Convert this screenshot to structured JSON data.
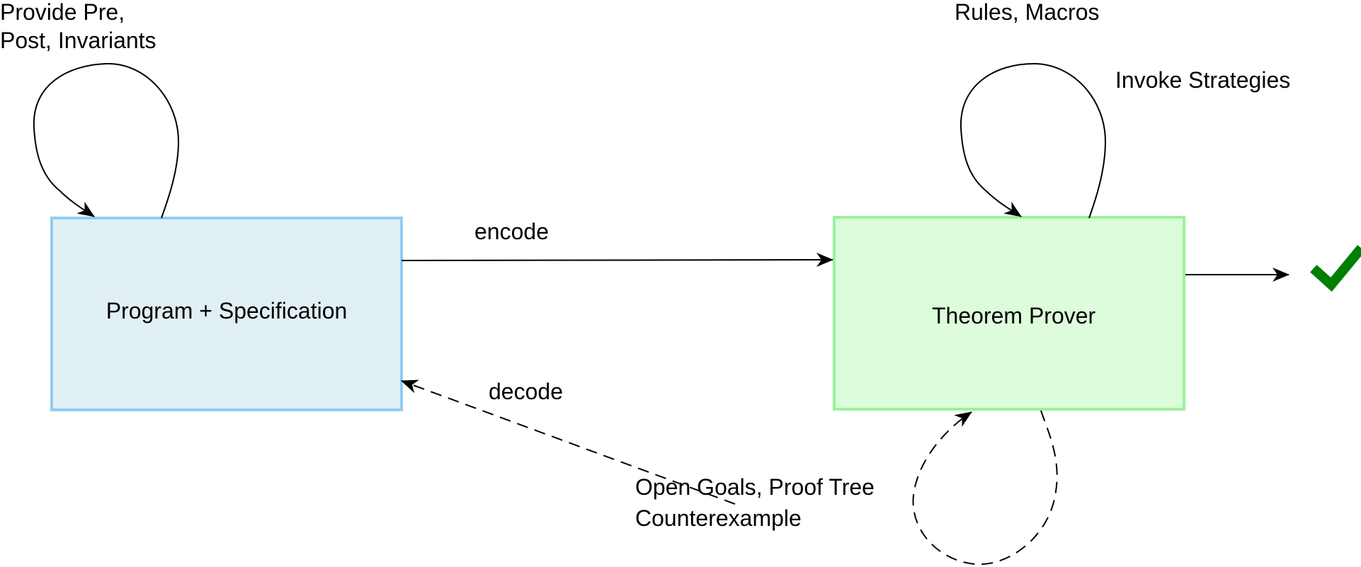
{
  "nodes": {
    "program": {
      "label": "Program + Specification",
      "fill": "#e1f0f5",
      "stroke": "#8fcdf5"
    },
    "prover": {
      "label": "Theorem Prover",
      "fill": "#dcfcdc",
      "stroke": "#99f399"
    }
  },
  "edges": {
    "provide_annotations": {
      "label_line1": "Provide Pre,",
      "label_line2": "Post, Invariants"
    },
    "prover_loop": {
      "label_rules": "Rules, Macros",
      "label_strategies": "Invoke Strategies"
    },
    "encode": {
      "label": "encode"
    },
    "decode": {
      "label": "decode",
      "style": "dashed"
    },
    "feedback_loop": {
      "label_line1": "Open Goals, Proof Tree",
      "label_line2": "Counterexample",
      "style": "dashed"
    },
    "success": {
      "icon": "checkmark-icon",
      "color": "#008000"
    }
  },
  "colors": {
    "line": "#000000",
    "success": "#008000"
  }
}
